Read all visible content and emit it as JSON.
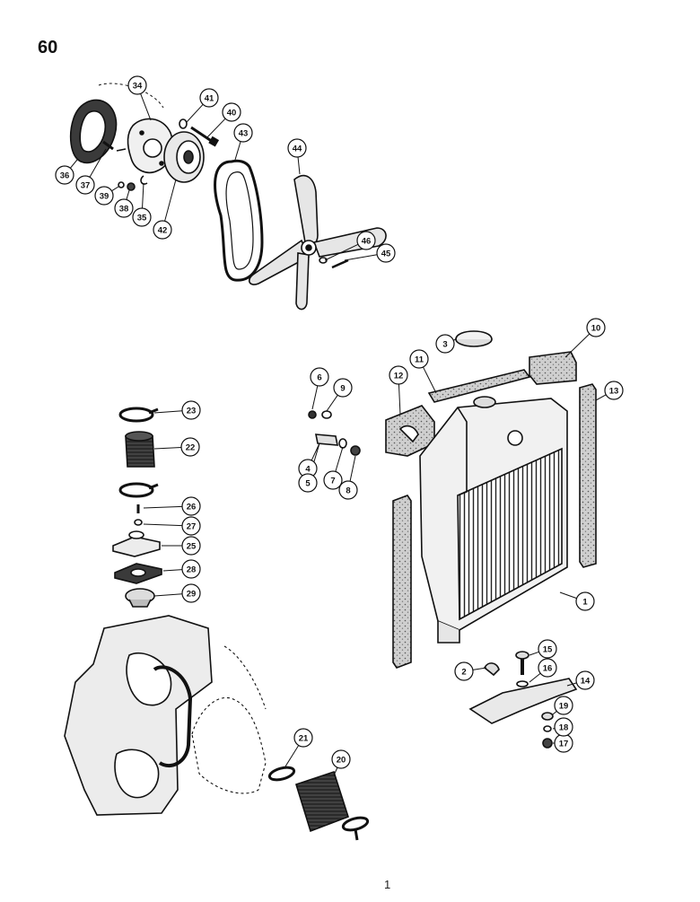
{
  "page": {
    "number": "60",
    "footer_mark": "1"
  },
  "callouts": [
    "1",
    "2",
    "3",
    "4",
    "5",
    "6",
    "7",
    "8",
    "9",
    "10",
    "11",
    "12",
    "13",
    "14",
    "15",
    "16",
    "17",
    "18",
    "19",
    "20",
    "21",
    "22",
    "23",
    "25",
    "26",
    "27",
    "28",
    "29",
    "34",
    "35",
    "36",
    "37",
    "38",
    "39",
    "40",
    "41",
    "42",
    "43",
    "44",
    "45",
    "46"
  ],
  "colors": {
    "ink": "#111111",
    "fill_light": "#e8e8e8",
    "fill_dark": "#3a3a3a",
    "foam": "#c9c9c9"
  }
}
